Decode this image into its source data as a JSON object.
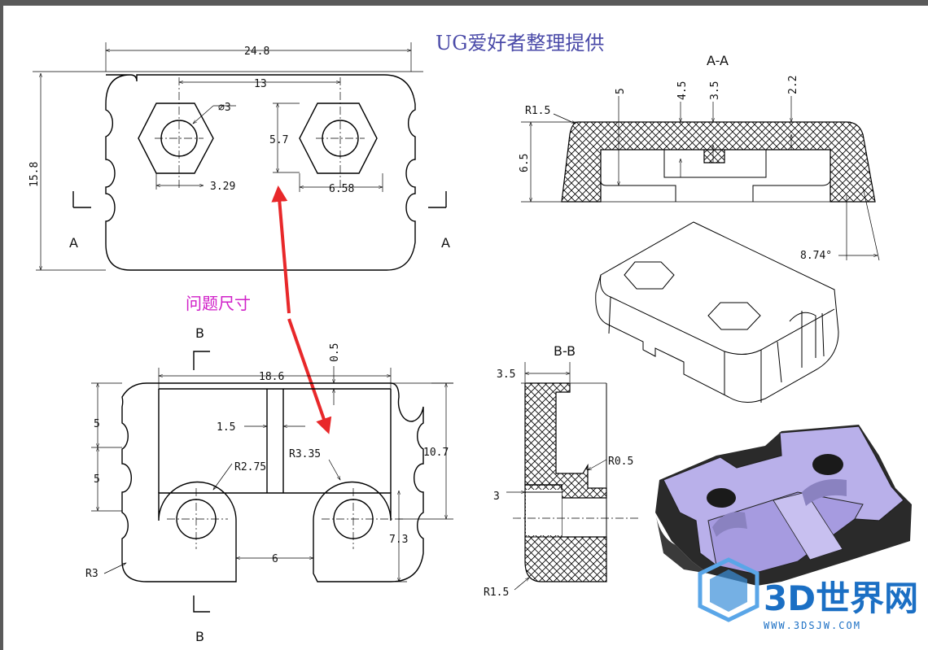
{
  "title": "UG爱好者整理提供",
  "annotation": "问题尺寸",
  "section_labels": {
    "aa": "A-A",
    "bb": "B-B",
    "a_left": "A",
    "a_right": "A",
    "b_top": "B",
    "b_bottom": "B"
  },
  "top_view_dims": {
    "width": "24.8",
    "height": "15.8",
    "hole_spacing": "13",
    "hole_dia": "∅3",
    "offset": "5.7",
    "hex_left": "3.29",
    "hex_right": "6.58"
  },
  "aa_dims": {
    "r": "R1.5",
    "h": "6.5",
    "d5": "5",
    "d45": "4.5",
    "d35": "3.5",
    "d22": "2.2",
    "angle": "8.74°"
  },
  "b_view_dims": {
    "width": "18.6",
    "top_gap": "0.5",
    "d5a": "5",
    "d5b": "5",
    "gap": "1.5",
    "r275": "R2.75",
    "r335": "R3.35",
    "height": "10.7",
    "h73": "7.3",
    "d6": "6",
    "r3": "R3"
  },
  "bb_dims": {
    "w": "3.5",
    "r05": "R0.5",
    "d3": "3",
    "r15": "R1.5"
  },
  "watermark": {
    "main": "3D世界网",
    "sub": "WWW.3DSJW.COM"
  },
  "colors": {
    "title": "#4a4aa8",
    "annotation": "#d020c8",
    "arrow": "#e8282a",
    "model_face": "#b9b0ea",
    "watermark": "#1b6fc4"
  }
}
